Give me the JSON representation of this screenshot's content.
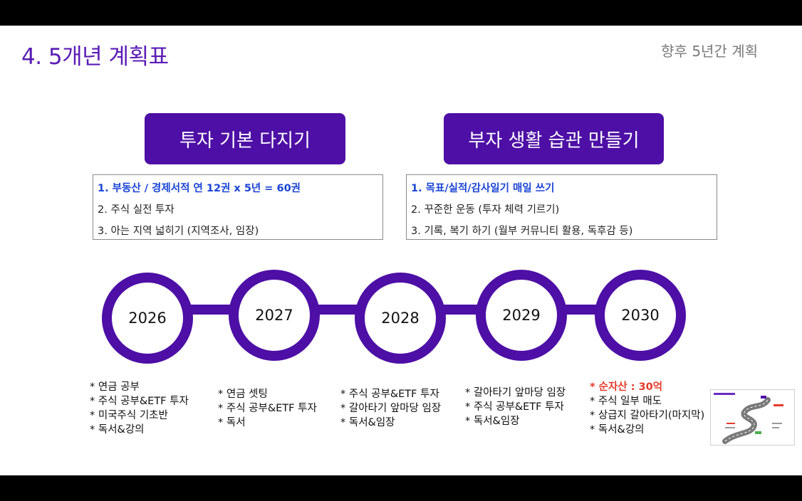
{
  "slide": {
    "title": "4. 5개년 계획표",
    "subtitle": "향후 5년간 계획"
  },
  "sections": [
    {
      "header": "투자 기본 다지기",
      "items": [
        "1. 부동산 / 경제서적 연 12권 x 5년 = 60권",
        "2. 주식 실전 투자",
        "3. 아는 지역 넓히기 (지역조사, 임장)"
      ]
    },
    {
      "header": "부자 생활 습관 만들기",
      "items": [
        "1. 목표/실적/감사일기 매일 쓰기",
        "2. 꾸준한 운동 (투자 체력 기르기)",
        "3. 기록, 복기 하기 (월부 커뮤니티 활용, 독후감 등)"
      ]
    }
  ],
  "timeline": [
    {
      "year": "2026",
      "notes": [
        "* 연금 공부",
        "* 주식 공부&ETF 투자",
        "* 미국주식 기초반",
        "* 독서&강의"
      ]
    },
    {
      "year": "2027",
      "notes": [
        "* 연금 셋팅",
        "* 주식 공부&ETF 투자",
        "* 독서"
      ]
    },
    {
      "year": "2028",
      "notes": [
        "* 주식 공부&ETF 투자",
        "* 갈아타기 앞마당 임장",
        "* 독서&임장"
      ]
    },
    {
      "year": "2029",
      "notes": [
        "* 갈아타기 앞마당 임장",
        "* 주식 공부&ETF 투자",
        "* 독서&임장"
      ]
    },
    {
      "year": "2030",
      "notes": [
        "* 순자산 : 30억",
        "* 주식 일부 매도",
        "* 상급지 갈아타기(마지막)",
        "* 독서&강의"
      ]
    }
  ],
  "colors": {
    "accent": "#4d0fa6",
    "title": "#5a1cb5",
    "highlight_blue": "#1b45d6",
    "highlight_red": "#e53a2a"
  }
}
